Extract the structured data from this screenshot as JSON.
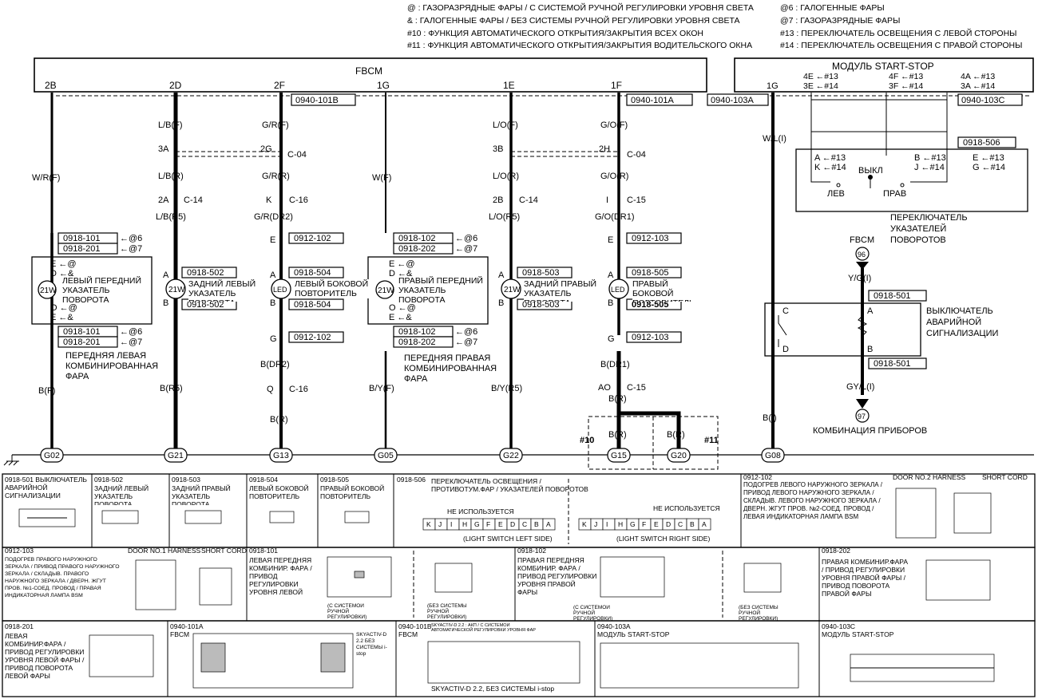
{
  "legend": [
    "@ : ГАЗОРАЗРЯДНЫЕ ФАРЫ / С СИСТЕМОЙ РУЧНОЙ РЕГУЛИРОВКИ УРОВНЯ СВЕТА",
    "& : ГАЛОГЕННЫЕ ФАРЫ / БЕЗ СИСТЕМЫ РУЧНОЙ РЕГУЛИРОВКИ УРОВНЯ СВЕТА",
    "#10 : ФУНКЦИЯ АВТОМАТИЧЕСКОГО ОТКРЫТИЯ/ЗАКРЫТИЯ ВСЕХ ОКОН",
    "#11 : ФУНКЦИЯ АВТОМАТИЧЕСКОГО ОТКРЫТИЯ/ЗАКРЫТИЯ ВОДИТЕЛЬСКОГО ОКНА",
    "@6 : ГАЛОГЕННЫЕ ФАРЫ",
    "@7 : ГАЗОРАЗРЯДНЫЕ ФАРЫ",
    "#13 : ПЕРЕКЛЮЧАТЕЛЬ ОСВЕЩЕНИЯ С ЛЕВОЙ СТОРОНЫ",
    "#14 : ПЕРЕКЛЮЧАТЕЛЬ ОСВЕЩЕНИЯ С ПРАВОЙ СТОРОНЫ"
  ],
  "fbcm": {
    "title": "FBCM",
    "pins": [
      "2B",
      "2D",
      "2F",
      "1G",
      "1E",
      "1F"
    ],
    "conn1": "0940-101B",
    "conn2": "0940-101A"
  },
  "start_stop": {
    "title": "МОДУЛЬ START-STOP",
    "pin": "1G",
    "c1": "0940-103A",
    "c2": "0940-103C",
    "p4e": "4E ←#13",
    "p3e": "3E ←#14",
    "p4f": "4F ←#13",
    "p3f": "3F ←#14",
    "p4a": "4A ←#13",
    "p3a": "3A ←#14"
  },
  "wires": {
    "wr_f": "W/R(F)",
    "lb_f": "L/B(F)",
    "lb_r": "L/B(R)",
    "lb_r5": "L/B(R5)",
    "gr_f": "G/R(F)",
    "gr_r": "G/R(R)",
    "gr_dr2": "G/R(DR2)",
    "w_f": "W(F)",
    "lo_f": "L/O(F)",
    "lo_r": "L/O(R)",
    "lo_r5": "L/O(R5)",
    "go_f": "G/O(F)",
    "go_r": "G/O(R)",
    "go_dr1": "G/O(DR1)",
    "wl_i": "W/L(I)",
    "yg_i": "Y/G(I)",
    "gyl_i": "GY/L(I)",
    "bf": "B(F)",
    "br5a": "B(R5)",
    "bdr2": "B(DR2)",
    "br_a": "B(R)",
    "byf": "B/Y(F)",
    "byr5": "B/Y(R5)",
    "bdr1": "B(DR1)",
    "br_b": "B(R)",
    "br_c": "B(R)",
    "br_d": "B(R)",
    "bi": "B(I)"
  },
  "pins": {
    "p3a": "3A",
    "p2g": "2G",
    "c04a": "C-04",
    "p3b": "3B",
    "p2h": "2H",
    "c04b": "C-04",
    "p2a": "2A",
    "c14a": "C-14",
    "pk": "K",
    "c16a": "C-16",
    "p2b": "2B",
    "c14b": "C-14",
    "pi": "I",
    "c15a": "C-15",
    "pe1": "E",
    "pe2": "E",
    "pa1": "A",
    "pb1": "B",
    "pa2": "A",
    "pb2": "B",
    "pa3": "A",
    "pb3": "B",
    "pa4": "A",
    "pb4": "B",
    "pg1": "G",
    "pg2": "G",
    "pq": "Q",
    "c16b": "C-16",
    "pao": "AO",
    "c15b": "C-15",
    "lf_e1": "E ←@",
    "lf_d": "D ←&",
    "lf_o": "O ←@",
    "lf_e2": "E ←&",
    "rf_e1": "E ←@",
    "rf_d": "D ←&",
    "rf_o": "O ←@",
    "rf_e2": "E ←&"
  },
  "connectors": {
    "c101a": "0918-101",
    "c201a": "0918-201",
    "c101b": "0918-101",
    "c201b": "0918-201",
    "c102a": "0918-102",
    "c202a": "0918-202",
    "c102b": "0918-102",
    "c202b": "0918-202",
    "c502a": "0918-502",
    "c502b": "0918-502",
    "c503a": "0918-503",
    "c503b": "0918-503",
    "c504a": "0918-504",
    "c504b": "0918-504",
    "c505a": "0918-505",
    "c505b": "0918-505",
    "c912_102a": "0912-102",
    "c912_102b": "0912-102",
    "c912_103a": "0912-103",
    "c912_103b": "0912-103",
    "c506": "0918-506",
    "c501a": "0918-501",
    "c501b": "0918-501",
    "at6a": "←@6",
    "at7a": "←@7",
    "at6b": "←@6",
    "at7b": "←@7",
    "at6c": "←@6",
    "at7c": "←@7",
    "at6d": "←@6",
    "at7d": "←@7"
  },
  "components": {
    "lf_title": "ЛЕВЫЙ ПЕРЕДНИЙ УКАЗАТЕЛЬ ПОВОРОТА",
    "lf_name": "ПЕРЕДНЯЯ ЛЕВАЯ КОМБИНИРОВАННАЯ ФАРА",
    "rf_title": "ПРАВЫЙ ПЕРЕДНИЙ УКАЗАТЕЛЬ ПОВОРОТА",
    "rf_name": "ПЕРЕДНЯЯ ПРАВАЯ КОМБИНИРОВАННАЯ ФАРА",
    "rl_title": "ЗАДНИЙ ЛЕВЫЙ УКАЗАТЕЛЬ ПОВОРОТА",
    "rr_title": "ЗАДНИЙ ПРАВЫЙ УКАЗАТЕЛЬ ПОВОРОТА",
    "ls_title": "ЛЕВЫЙ БОКОВОЙ ПОВТОРИТЕЛЬ",
    "rs_title": "ПРАВЫЙ БОКОВОЙ ПОВТОРИТЕЛЬ",
    "bulb": "21W",
    "led": "LED",
    "sw_name": "ПЕРЕКЛЮЧАТЕЛЬ УКАЗАТЕЛЕЙ ПОВОРОТОВ",
    "sw_a": "A ←#13",
    "sw_k": "K ←#14",
    "sw_b": "B ←#13",
    "sw_j": "J ←#14",
    "sw_e": "E ←#13",
    "sw_g": "G ←#14",
    "sw_off": "ВЫКЛ",
    "sw_left": "ЛЕВ",
    "sw_right": "ПРАВ",
    "haz_name": "ВЫКЛЮЧАТЕЛЬ АВАРИЙНОЙ СИГНАЛИЗАЦИИ",
    "haz_c": "C",
    "haz_d": "D",
    "haz_a": "A",
    "haz_b": "B",
    "fbcm2": "FBCM",
    "n96": "96",
    "n97": "97",
    "cluster": "КОМБИНАЦИЯ ПРИБОРОВ",
    "o10": "#10",
    "o11": "#11"
  },
  "grounds": [
    "G02",
    "G21",
    "G13",
    "G05",
    "G22",
    "G15",
    "G20",
    "G08"
  ],
  "panels": {
    "p501": "0918-501 ВЫКЛЮЧАТЕЛЬ АВАРИЙНОЙ СИГНАЛИЗАЦИИ",
    "p502_id": "0918-502",
    "p502": "ЗАДНИЙ ЛЕВЫЙ УКАЗАТЕЛЬ ПОВОРОТА",
    "p503_id": "0918-503",
    "p503": "ЗАДНИЙ ПРАВЫЙ УКАЗАТЕЛЬ ПОВОРОТА",
    "p504_id": "0918-504",
    "p504": "ЛЕВЫЙ БОКОВОЙ ПОВТОРИТЕЛЬ",
    "p505_id": "0918-505",
    "p505": "ПРАВЫЙ БОКОВОЙ ПОВТОРИТЕЛЬ",
    "p506_id": "0918-506",
    "p506": "ПЕРЕКЛЮЧАТЕЛЬ ОСВЕЩЕНИЯ / ПРОТИВОТУМ.ФАР / УКАЗАТЕЛЕЙ ПОВОРОТОВ",
    "p506_nu1": "НЕ ИСПОЛЬЗУЕТСЯ",
    "p506_nu2": "НЕ ИСПОЛЬЗУЕТСЯ",
    "p506_l": "(LIGHT SWITCH LEFT SIDE)",
    "p506_r": "(LIGHT SWITCH RIGHT SIDE)",
    "p912_102_id": "0912-102",
    "p912_102": "ПОДОГРЕВ ЛЕВОГО НАРУЖНОГО ЗЕРКАЛА / ПРИВОД ЛЕВОГО НАРУЖНОГО ЗЕРКАЛА / СКЛАДЫВ. ЛЕВОГО НАРУЖНОГО ЗЕРКАЛА / ДВЕРН. ЖГУТ ПРОВ. №2-СОЕД. ПРОВОД / ЛЕВАЯ ИНДИКАТОРНАЯ ЛАМПА BSM",
    "p912_102_h": "DOOR NO.2 HARNESS",
    "p912_102_s": "SHORT CORD",
    "p912_103_id": "0912-103",
    "p912_103": "ПОДОГРЕВ ПРАВОГО НАРУЖНОГО ЗЕРКАЛА / ПРИВОД ПРАВОГО НАРУЖНОГО ЗЕРКАЛА / СКЛАДЫВ. ПРАВОГО НАРУЖНОГО ЗЕРКАЛА / ДВЕРН. ЖГУТ ПРОВ. №1-СОЕД. ПРОВОД / ПРАВАЯ ИНДИКАТОРНАЯ ЛАМПА BSM",
    "p912_103_h": "DOOR NO.1 HARNESS",
    "p912_103_s": "SHORT CORD",
    "p101_id": "0918-101",
    "p101": "ЛЕВАЯ ПЕРЕДНЯЯ КОМБИНИР. ФАРА / ПРИВОД РЕГУЛИРОВКИ УРОВНЯ ЛЕВОЙ ФАРЫ",
    "p101_a": "(С СИСТЕМОЙ РУЧНОЙ РЕГУЛИРОВКИ)",
    "p101_b": "(БЕЗ СИСТЕМЫ РУЧНОЙ РЕГУЛИРОВКИ)",
    "p102_id": "0918-102",
    "p102": "ПРАВАЯ ПЕРЕДНЯЯ КОМБИНИР. ФАРА / ПРИВОД РЕГУЛИРОВКИ УРОВНЯ ПРАВОЙ ФАРЫ",
    "p102_a": "(С СИСТЕМОЙ РУЧНОЙ РЕГУЛИРОВКИ)",
    "p102_b": "(БЕЗ СИСТЕМЫ РУЧНОЙ РЕГУЛИРОВКИ)",
    "p202_id": "0918-202",
    "p202": "ПРАВАЯ КОМБИНИР.ФАРА / ПРИВОД РЕГУЛИРОВКИ УРОВНЯ ПРАВОЙ ФАРЫ / ПРИВОД ПОВОРОТА ПРАВОЙ ФАРЫ",
    "p201_id": "0918-201",
    "p201": "ЛЕВАЯ КОМБИНИР.ФАРА / ПРИВОД РЕГУЛИРОВКИ УРОВНЯ ЛЕВОЙ ФАРЫ / ПРИВОД ПОВОРОТА ЛЕВОЙ ФАРЫ",
    "p101a_id": "0940-101A",
    "p101a": "FBCM",
    "p101a_sky": "SKYACTIV-D 2.2 БЕЗ СИСТЕМЫ i-stop",
    "p101b_id": "0940-101B",
    "p101b": "FBCM",
    "p101b_sky1": "SKYACTIV-D 2.2 : АКП / С СИСТЕМОЙ АВТОМАТИЧЕСКОЙ РЕГУЛИРОВКИ УРОВНЯ ФАР",
    "p101b_sky2": "SKYACTIV-D 2.2, БЕЗ СИСТЕМЫ i-stop",
    "p103a_id": "0940-103A",
    "p103a": "МОДУЛЬ START-STOP",
    "p103c_id": "0940-103C",
    "p103c": "МОДУЛЬ START-STOP"
  },
  "switch_pins_left": [
    "K",
    "J",
    "I",
    "H",
    "G",
    "F",
    "E",
    "D",
    "C",
    "B",
    "A"
  ],
  "switch_pins_right": [
    "K",
    "J",
    "I",
    "H",
    "G",
    "F",
    "E",
    "D",
    "C",
    "B",
    "A"
  ]
}
